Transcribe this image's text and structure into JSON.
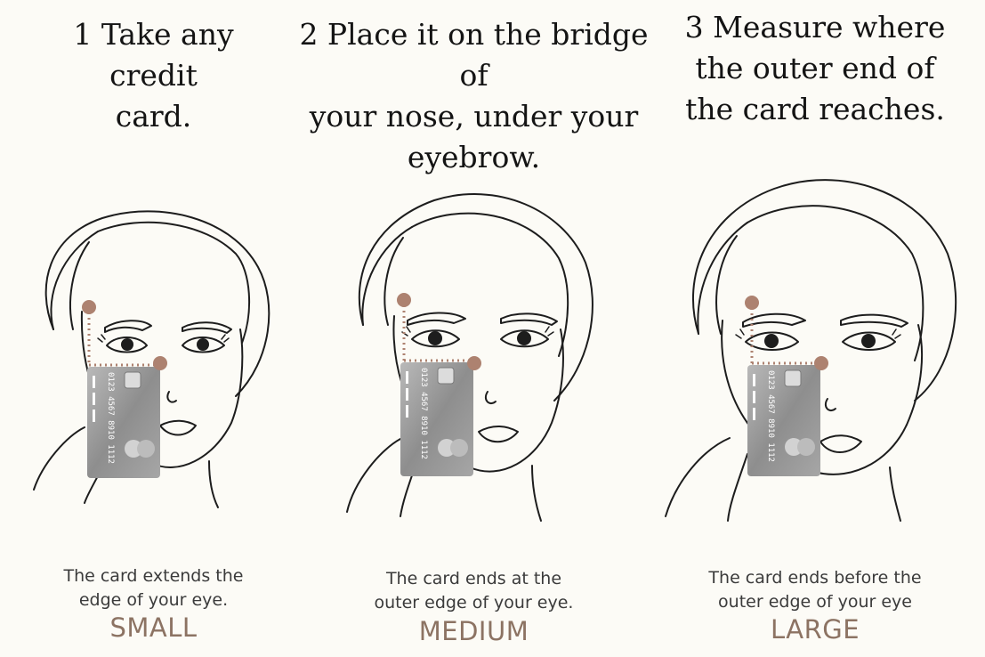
{
  "colors": {
    "background": "#fcfbf6",
    "accent": "#8c7363",
    "dot": "#ad8270",
    "card": "#9a9a9a",
    "ink": "#1d1d1d"
  },
  "steps": [
    {
      "title_lines": [
        "1 Take any",
        "credit",
        "card."
      ],
      "description_lines": [
        "The card extends the",
        "edge of your eye."
      ],
      "size": "SMALL",
      "card_number": "0123 4567 8910 1112"
    },
    {
      "title_lines": [
        "2 Place it on the bridge of",
        "your nose, under your",
        "eyebrow."
      ],
      "description_lines": [
        "The card ends at the",
        "outer edge of your eye."
      ],
      "size": "MEDIUM",
      "card_number": "0123 4567 8910 1112"
    },
    {
      "title_lines": [
        "3 Measure where",
        "the outer end of",
        "the card reaches."
      ],
      "description_lines": [
        "The card ends before the",
        "outer edge of your eye"
      ],
      "size": "LARGE",
      "card_number": "0123 4567 8910 1112"
    }
  ]
}
